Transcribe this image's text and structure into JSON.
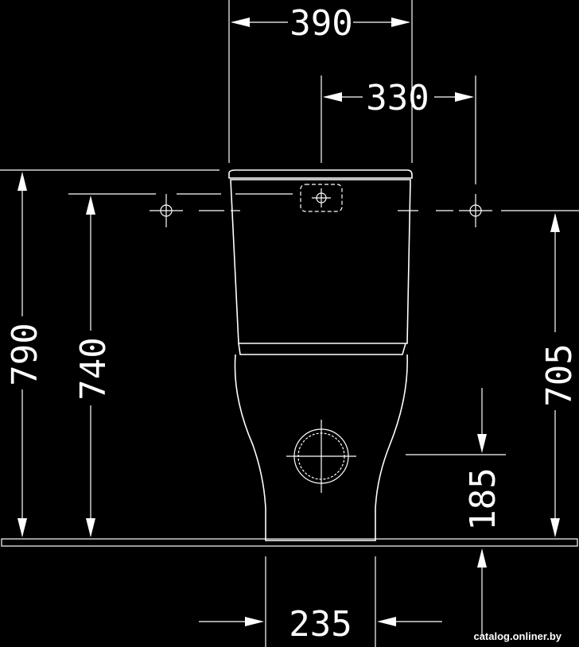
{
  "dimensions": {
    "width_top": "390",
    "width_fixing": "330",
    "width_base": "235",
    "height_total": "790",
    "height_cistern": "740",
    "height_wall": "705",
    "height_outlet": "185"
  },
  "watermark": "catalog.onliner.by",
  "colors": {
    "background": "#000000",
    "line": "#ffffff"
  }
}
